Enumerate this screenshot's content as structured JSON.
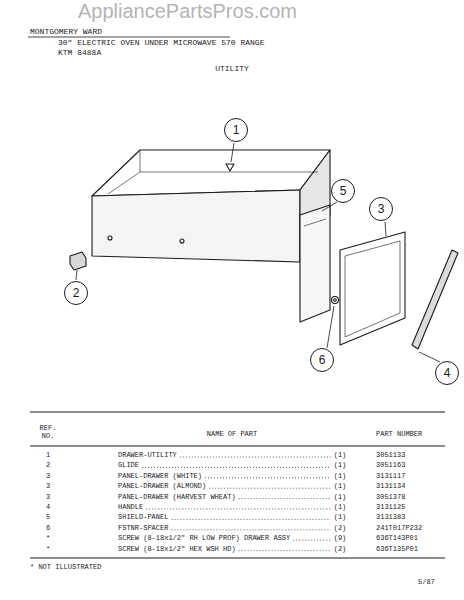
{
  "diagram": {
    "title": "UTILITY",
    "nodes": [
      {
        "text": [
          "1"
        ]
      },
      {
        "text": [
          "2"
        ]
      },
      {
        "text": [
          "5"
        ]
      },
      {
        "text": [
          "3"
        ]
      },
      {
        "text": [
          "6"
        ]
      },
      {
        "text": [
          "4"
        ]
      }
    ],
    "edges": [],
    "labels": [
      "MONTGOMERY WARD",
      "30\" ELECTRIC OVEN UNDER MICROWAVE 570 RANGE",
      "KTM 8488A",
      "AppliancePartsPros.com",
      "REF. NO.",
      "NAME OF PART",
      "PART NUMBER",
      "1",
      "DRAWER-UTILITY",
      "(1)",
      "3051133",
      "2",
      "GLIDE",
      "(1)",
      "3051163",
      "3",
      "PANEL-DRAWER (WHITE)",
      "(1)",
      "3131117",
      "3",
      "PANEL-DRAWER (ALMOND)",
      "(1)",
      "3131134",
      "3",
      "PANEL-DRAWER (HARVEST WHEAT)",
      "(1)",
      "3051378",
      "4",
      "HANDLE",
      "(1)",
      "3131125",
      "5",
      "SHIELD-PANEL",
      "(1)",
      "3131383",
      "6",
      "FSTNR-SPACER",
      "(2)",
      "241T017P232",
      "*",
      "SCREW (8-18x1/2\" RH LOW PROF) DRAWER ASSY",
      "(9)",
      "636T143P01",
      "*",
      "SCREW (8-18x1/2\" HEX WSH HD)",
      "(2)",
      "636T135P01",
      "* NOT ILLUSTRATED",
      "5/87"
    ]
  }
}
